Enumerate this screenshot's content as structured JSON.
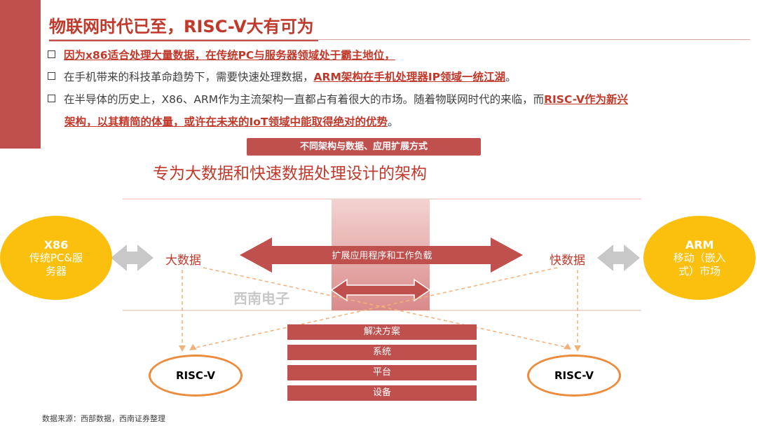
{
  "slide": {
    "title": "物联网时代已至，RISC-V大有可为",
    "bullets": {
      "b1_highlight": "因为x86适合处理大量数据，在传统PC与服务器领域处于霸主地位，",
      "b2_text": "在手机带来的科技革命趋势下，需要快速处理数据，",
      "b2_highlight": "ARM架构在手机处理器IP领域一统江湖",
      "b2_tail": "。",
      "b3_text": "在半导体的历史上，X86、ARM作为主流架构一直都占有着很大的市场。随着物联网时代的来临，而",
      "b3_highlight": "RISC-V作为新兴",
      "b4_highlight": "架构，以其精简的体量，或许在未来的IoT领域中能取得绝对的优势",
      "b4_tail": "。"
    },
    "diagram": {
      "box_label": "不同架构与数据、应用扩展方式",
      "subtitle": "专为大数据和快速数据处理设计的架构",
      "x86": {
        "name": "X86",
        "desc_line1": "传统PC&服",
        "desc_line2": "务器"
      },
      "arm": {
        "name": "ARM",
        "desc_line1": "移动（嵌入",
        "desc_line2": "式）市场"
      },
      "big_data": "大数据",
      "fast_data": "快数据",
      "arrow_label": "扩展应用程序和工作负载",
      "watermark": "西南电子",
      "stack": [
        "解决方案",
        "系统",
        "平台",
        "设备"
      ],
      "risc_left": "RISC-V",
      "risc_right": "RISC-V"
    },
    "source": "数据来源：西部数据，西南证券整理"
  },
  "colors": {
    "accent_red": "#c0504d",
    "title_red": "#c0392b",
    "circle_yellow": "#fbbf0d",
    "orange_outline": "#ec8c3c",
    "gray_arrow": "#c8c8c8"
  }
}
